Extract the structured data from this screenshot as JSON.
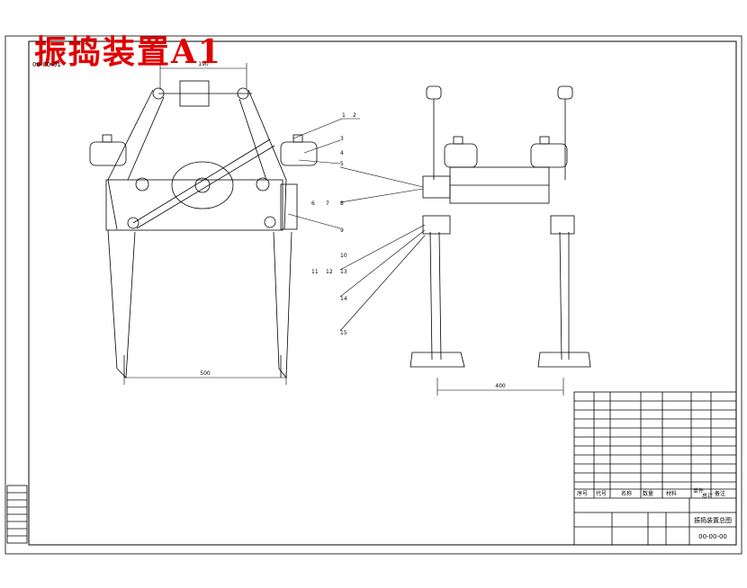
{
  "title": "振捣装置A1",
  "stamp": "00-00-01",
  "drawing_no": "00-00-00",
  "part_name": "振捣装置总图",
  "callouts": [
    "1",
    "2",
    "3",
    "4",
    "5",
    "6",
    "7",
    "8",
    "9",
    "10",
    "11",
    "12",
    "13",
    "14",
    "15"
  ],
  "dims": {
    "top": "190",
    "bottom": "500",
    "right": "400"
  },
  "bom_header": [
    "序号",
    "代号",
    "名称",
    "数量",
    "材料",
    "单件",
    "总计",
    "备注"
  ],
  "colors": {
    "line": "#000000",
    "title": "#e00000"
  }
}
